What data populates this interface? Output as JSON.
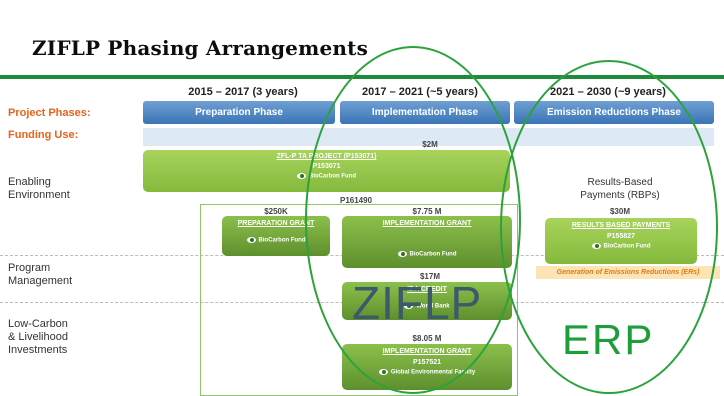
{
  "title": "ZIFLP Phasing Arrangements",
  "periods": [
    "2015 – 2017 (3 years)",
    "2017 – 2021 (~5 years)",
    "2021 – 2030 (~9 years)"
  ],
  "phases": [
    "Preparation Phase",
    "Implementation Phase",
    "Emission Reductions Phase"
  ],
  "row_labels": {
    "project_phases": "Project Phases:",
    "funding_use": "Funding Use:",
    "enabling": "Enabling\nEnvironment",
    "program": "Program\nManagement",
    "lowcarbon": "Low-Carbon\n& Livelihood\nInvestments"
  },
  "ta_project": {
    "amount": "$2M",
    "label": "ZFL-P TA PROJECT (P153071)",
    "code": "P153071",
    "fund": "BioCarbon Fund"
  },
  "p161490": "P161490",
  "preparation_grant": {
    "amount": "$250K",
    "label": "PREPARATION GRANT",
    "fund": "BioCarbon Fund"
  },
  "implementation_grant_bcf": {
    "amount": "$7.75 M",
    "label": "IMPLEMENTATION GRANT",
    "fund": "BioCarbon Fund"
  },
  "ida_credit": {
    "amount": "$17M",
    "label": "IDA CREDIT",
    "fund": "World Bank"
  },
  "implementation_grant_gef": {
    "amount": "$8.05 M",
    "label": "IMPLEMENTATION GRANT",
    "code": "P157521",
    "fund": "Global Environmental Facility"
  },
  "rbp": {
    "title": "Results-Based\nPayments (RBPs)",
    "amount": "$30M",
    "label": "RESULTS BASED PAYMENTS",
    "code": "P155827",
    "fund": "BioCarbon Fund",
    "generation": "Generation of Emissions Reductions (ERs)"
  },
  "annotations": {
    "ziflp": "ZIFLP",
    "erp": "ERP"
  },
  "colors": {
    "accent_green": "#1f8a3c",
    "ellipse_green": "#2aa33a",
    "orange": "#e9621b",
    "phase_blue": "#3a74b5"
  }
}
